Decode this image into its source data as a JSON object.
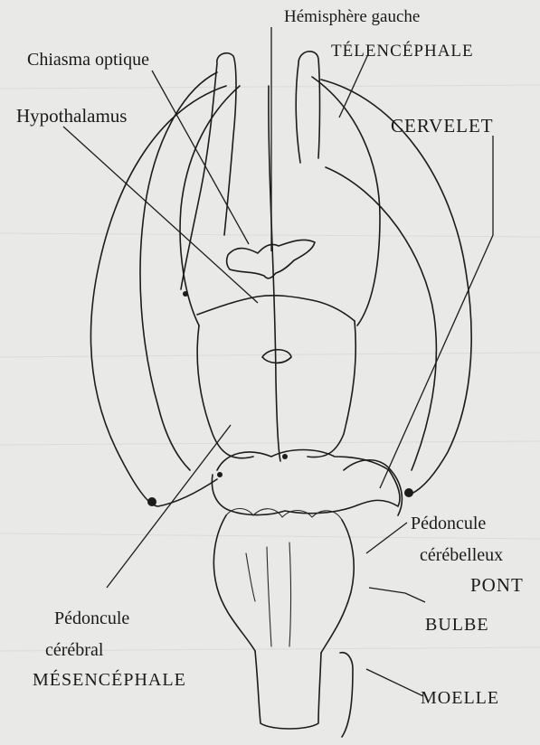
{
  "labels": {
    "left_hemisphere": "Hémisphère gauche",
    "telencephale": "TÉLENCÉPHALE",
    "chiasma": "Chiasma optique",
    "hypothalamus": "Hypothalamus",
    "cervelet": "CERVELET",
    "pedoncule_cerebelleux_1": "Pédoncule",
    "pedoncule_cerebelleux_2": "cérébelleux",
    "pont": "PONT",
    "bulbe": "BULBE",
    "moelle": "MOELLE",
    "pedoncule_cerebral_1": "Pédoncule",
    "pedoncule_cerebral_2": "cérébral",
    "mesencephale": "MÉSENCÉPHALE"
  },
  "colors": {
    "background": "#e9e9e7",
    "ink": "#1c1c1c"
  }
}
